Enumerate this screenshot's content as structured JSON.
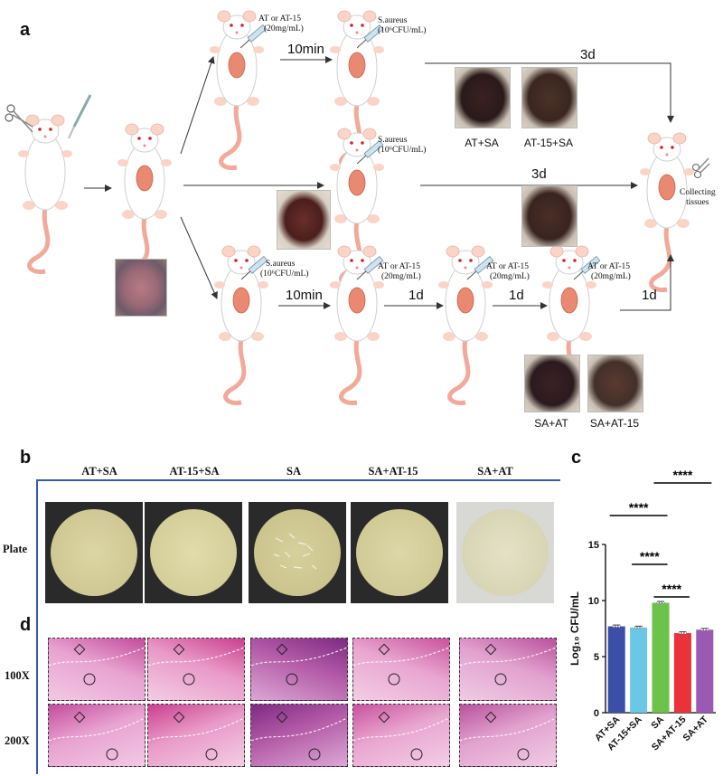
{
  "panels": {
    "a": "a",
    "b": "b",
    "c": "c",
    "d": "d"
  },
  "schematic": {
    "treat_label_line1": "AT or AT-15",
    "treat_label_line2": "(20mg/mL)",
    "sa_label_line1": "S.aureus",
    "sa_label_line2": "(10⁶CFU/mL)",
    "time_10min": "10min",
    "time_3d": "3d",
    "time_1d": "1d",
    "collecting_line1": "Collecting",
    "collecting_line2": "tissues",
    "photo_captions": {
      "at_sa": "AT+SA",
      "at15_sa": "AT-15+SA",
      "sa_at": "SA+AT",
      "sa_at15": "SA+AT-15"
    }
  },
  "plates": {
    "row_label": "Plate",
    "groups": [
      "AT+SA",
      "AT-15+SA",
      "SA",
      "SA+AT-15",
      "SA+AT"
    ]
  },
  "histology": {
    "rows": [
      "100X",
      "200X"
    ]
  },
  "chart_data": {
    "type": "bar",
    "categories": [
      "AT+SA",
      "AT-15+SA",
      "SA",
      "SA+AT-15",
      "SA+AT"
    ],
    "values": [
      7.7,
      7.6,
      9.8,
      7.1,
      7.4
    ],
    "colors": [
      "#3b4fa8",
      "#6cc7e6",
      "#6cc24a",
      "#e8333a",
      "#9b59b6"
    ],
    "ylabel": "Log₁₀ CFU/mL",
    "ylim": [
      0,
      15
    ],
    "yticks": [
      0,
      5,
      10,
      15
    ],
    "significance": [
      {
        "label": "****",
        "pair": [
          "AT+SA",
          "SA"
        ]
      },
      {
        "label": "****",
        "pair": [
          "AT-15+SA",
          "SA"
        ]
      },
      {
        "label": "****",
        "pair": [
          "SA",
          "SA+AT-15"
        ]
      },
      {
        "label": "****",
        "pair": [
          "SA",
          "SA+AT"
        ]
      }
    ]
  }
}
